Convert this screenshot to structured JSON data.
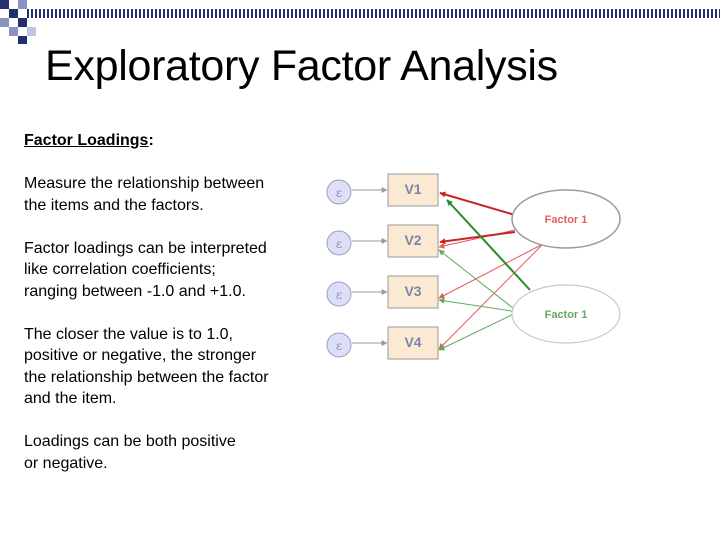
{
  "title": "Exploratory Factor Analysis",
  "section": {
    "heading": "Factor Loadings",
    "colon": ":",
    "paragraphs": [
      [
        "Measure the relationship between",
        "the items and the factors."
      ],
      [
        "Factor loadings can be interpreted",
        "like correlation coefficients;",
        "ranging between -1.0 and +1.0."
      ],
      [
        "The closer the value is to 1.0,",
        "positive or negative, the stronger",
        "the relationship between the factor",
        "and the item."
      ],
      [
        "Loadings can be both positive",
        "or negative."
      ]
    ]
  },
  "diagram": {
    "variables": [
      "V1",
      "V2",
      "V3",
      "V4"
    ],
    "error_symbol": "ε",
    "factors": [
      {
        "label": "Factor 1",
        "color": "#e06060",
        "border": "#9a9a9a"
      },
      {
        "label": "Factor 1",
        "color": "#6aa86a",
        "border": "#c8c8c8"
      }
    ],
    "colors": {
      "box_fill": "#fbe9d4",
      "box_border": "#999999",
      "variable_text": "#7a86a6",
      "error_fill": "#dcdff5",
      "error_border": "#9aa0c8",
      "error_text": "#8a90b8",
      "strong_red": "#cc2222",
      "strong_green": "#2a8a2a",
      "thin_red": "#e25a5a",
      "thin_green": "#5cad5c"
    }
  }
}
